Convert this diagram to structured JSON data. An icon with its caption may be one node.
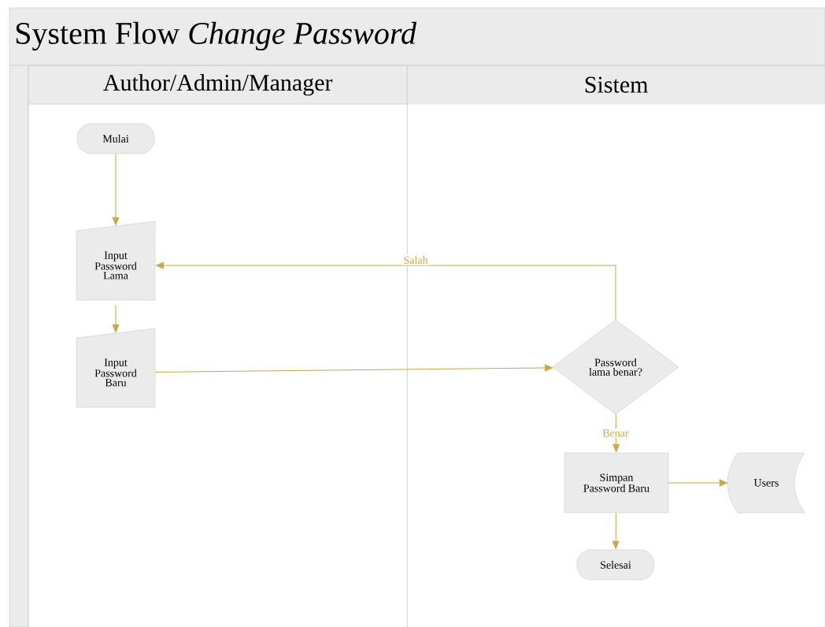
{
  "diagram": {
    "nodes": [
      {
        "text": [
          "System Flow *Change Password*"
        ]
      },
      {
        "text": [
          "Author/Admin/Manager"
        ],
        "in": 0
      },
      {
        "text": [
          "Sistem"
        ],
        "in": 0
      },
      {
        "text": [
          "Mulai"
        ],
        "in": 1
      },
      {
        "text": [
          "Input Password Lama"
        ],
        "in": 1
      },
      {
        "text": [
          "Input Password Baru"
        ],
        "in": 1
      },
      {
        "text": [
          "Password lama benar?"
        ],
        "in": 2
      },
      {
        "text": [
          "Simpan Password Baru"
        ],
        "in": 2
      },
      {
        "text": [
          "Users"
        ],
        "in": 2
      },
      {
        "text": [
          "Selesai"
        ],
        "in": 2
      }
    ],
    "edges": [
      {
        "from": 3,
        "to": 4,
        "arrow": "to"
      },
      {
        "from": 4,
        "to": 5,
        "arrow": "to"
      },
      {
        "from": 5,
        "to": 6,
        "arrow": "to"
      },
      {
        "from": 6,
        "to": 4,
        "arrow": "to",
        "label": "Salah"
      },
      {
        "from": 6,
        "to": 7,
        "arrow": "to",
        "label": "Benar"
      },
      {
        "from": 7,
        "to": 8,
        "arrow": "to"
      },
      {
        "from": 7,
        "to": 9,
        "arrow": "to"
      }
    ]
  }
}
